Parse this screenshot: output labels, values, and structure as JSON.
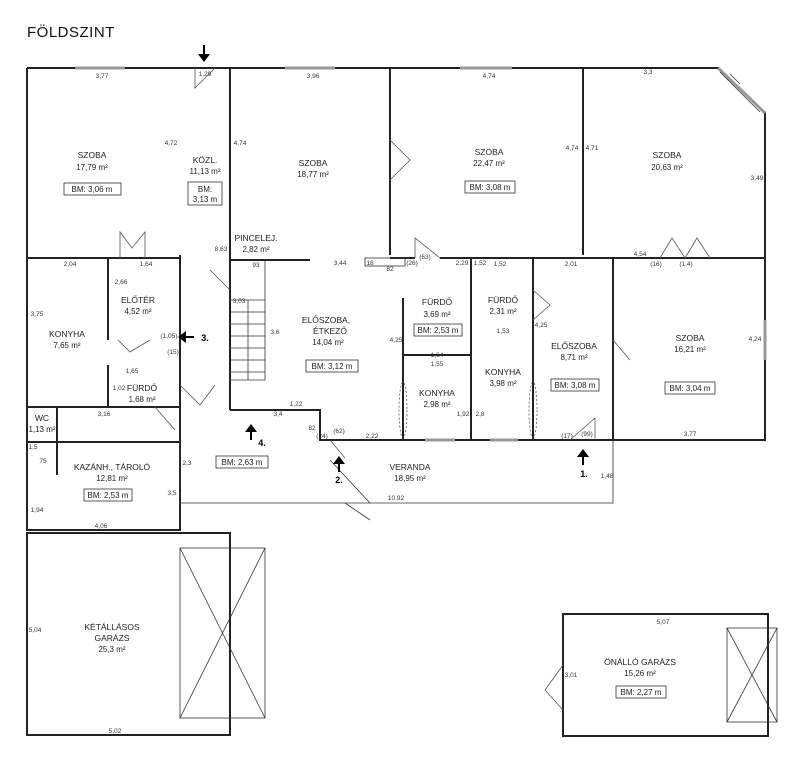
{
  "title": "FÖLDSZINT",
  "rooms": {
    "szoba1": {
      "name": "SZOBA",
      "area": "17,79 m²",
      "bm": "BM: 3,06 m"
    },
    "kozl": {
      "name": "KÖZL.",
      "area": "11,13 m²",
      "bm1": "BM:",
      "bm2": "3,13 m"
    },
    "szoba2": {
      "name": "SZOBA",
      "area": "18,77 m²"
    },
    "szoba3": {
      "name": "SZOBA",
      "area": "22,47 m²",
      "bm": "BM: 3,08 m"
    },
    "szoba4": {
      "name": "SZOBA",
      "area": "20,63 m²"
    },
    "pince": {
      "name": "PINCELEJ.",
      "area": "2,82 m²"
    },
    "eloter": {
      "name": "ELŐTÉR",
      "area": "4,52 m²"
    },
    "konyha1": {
      "name": "KONYHA",
      "area": "7,65 m²"
    },
    "furdo1": {
      "name": "FÜRDŐ",
      "area": "1,68 m²"
    },
    "eloszoba1": {
      "name1": "ELŐSZOBA,",
      "name2": "ÉTKEZŐ",
      "area": "14,04 m²",
      "bm": "BM: 3,12 m"
    },
    "furdo2": {
      "name": "FÜRDŐ",
      "area": "3,69 m²",
      "bm": "BM: 2,53 m"
    },
    "furdo3": {
      "name": "FÜRDŐ",
      "area": "2,31 m²"
    },
    "eloszoba2": {
      "name": "ELŐSZOBA",
      "area": "8,71 m²",
      "bm": "BM: 3,08 m"
    },
    "szoba5": {
      "name": "SZOBA",
      "area": "16,21 m²",
      "bm": "BM: 3,04 m"
    },
    "konyha2": {
      "name": "KONYHA",
      "area": "2,98 m²"
    },
    "konyha3": {
      "name": "KONYHA",
      "area": "3,98 m²"
    },
    "wc": {
      "name": "WC",
      "area": "1,13 m²"
    },
    "kazan": {
      "name": "KAZÁNH., TÁROLÓ",
      "area": "12,81 m²",
      "bm": "BM: 2,53 m"
    },
    "veranda": {
      "name": "VERANDA",
      "area": "18,95 m²"
    },
    "stair": {
      "bm": "BM: 2,63 m"
    },
    "garazs1": {
      "name1": "KÉTÁLLÁSOS",
      "name2": "GARÁZS",
      "area": "25,3 m²"
    },
    "garazs2": {
      "name": "ÖNÁLLÓ GARÁZS",
      "area": "15,26 m²",
      "bm": "BM: 2,27 m"
    }
  },
  "entrances": {
    "e1": "1.",
    "e2": "2.",
    "e3": "3.",
    "e4": "4."
  },
  "dimensions": {
    "d377a": "3,77",
    "d129": "1,29",
    "d396": "3,96",
    "d474a": "4,74",
    "d33": "3,3",
    "d472": "4,72",
    "d474b": "4,74",
    "d474c": "4,74",
    "d471": "4,71",
    "d349": "3,49",
    "d863": "8,63",
    "d93": "93",
    "d204": "2,04",
    "d164": "1,64",
    "d266": "2,66",
    "d344": "3,44",
    "d18": "18",
    "d82a": "82",
    "d26": "(26)",
    "d63": "(63)",
    "d229": "2,29",
    "d152a": "1,52",
    "d152b": "1,52",
    "d201": "2,01",
    "d454": "4,54",
    "d16": "(16)",
    "d14": "(1,4)",
    "d303": "3,03",
    "d36": "3,6",
    "d375": "3,75",
    "d105": "(1,05)",
    "d15": "(15)",
    "d165": "1,65",
    "d102": "1,02",
    "d425a": "4,25",
    "d155": "1,55",
    "d164b": "1,64",
    "d153": "1,53",
    "d425b": "4,25",
    "d424": "4,24",
    "d316": "3,16",
    "d122": "1,22",
    "d34": "3,4",
    "d82b": "82",
    "d24": "(24)",
    "d62": "(62)",
    "d222": "2,22",
    "d192": "1,92",
    "d28": "2,8",
    "d17": "(17)",
    "d99": "(99)",
    "d377b": "3,77",
    "d15b": "1,5",
    "d75": "75",
    "d23": "2,3",
    "d148": "1,48",
    "d35": "3,5",
    "d194": "1,94",
    "d1092": "10,92",
    "d406": "4,06",
    "d504": "5,04",
    "d502": "5,02",
    "d507": "5,07",
    "d301": "3,01"
  }
}
